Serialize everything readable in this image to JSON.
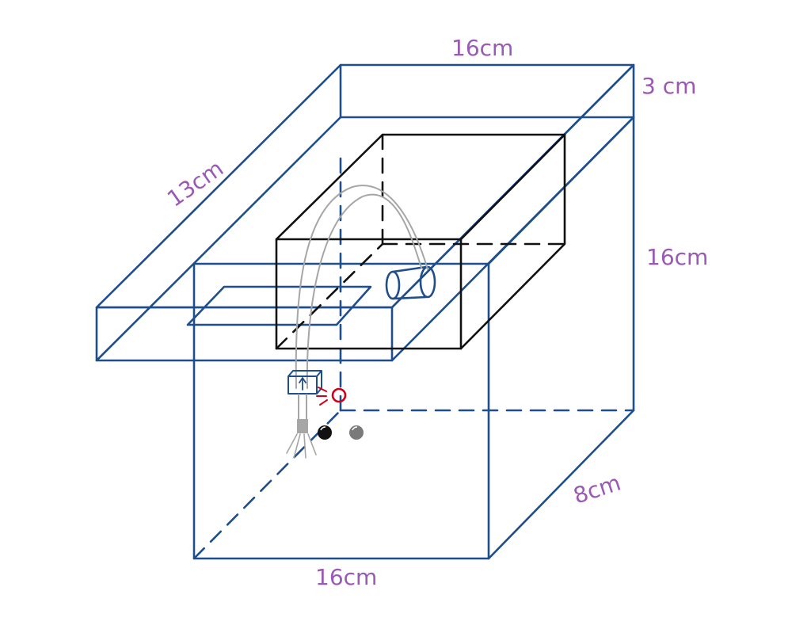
{
  "colors": {
    "outline": "#1f4e8c",
    "inner_box": "#111111",
    "wire": "#a6a6a6",
    "label": "#9b59b6",
    "led_red": "#d0021b",
    "ball_black": "#111111",
    "ball_grey": "#7a7a7a",
    "background": "#ffffff"
  },
  "labels": {
    "top_width": "16cm",
    "top_depth": "3 cm",
    "side_length": "13cm",
    "height": "16cm",
    "depth": "8cm",
    "bottom_width": "16cm"
  }
}
